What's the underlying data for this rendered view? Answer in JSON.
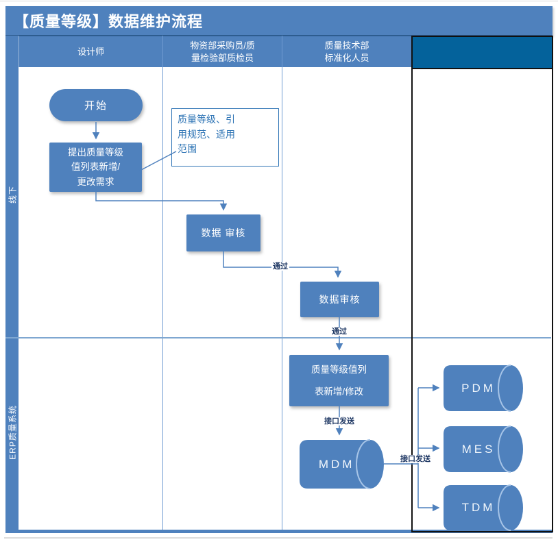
{
  "title": "【质量等级】数据维护流程",
  "lanes": {
    "lane1": "线下",
    "lane2": "ERP质量系统"
  },
  "columns": [
    "设计师",
    "物资部采购员/质\n量检验部质检员",
    "质量技术部\n标准化人员",
    ""
  ],
  "nodes": {
    "start": "开始",
    "propose": "提出质量等级\n值列表新增/\n更改需求",
    "annotation": "质量等级、引\n用规范、适用\n范围",
    "review1": "数据 审核",
    "review2": "数据审核",
    "update": "质量等级值列\n表新增/修改",
    "mdm": "MDM",
    "pdm": "PDM",
    "mes": "MES",
    "tdm": "TDM"
  },
  "edge_labels": {
    "pass1": "通过",
    "pass2": "通过",
    "send1": "接口发送",
    "send2": "接口发送"
  },
  "colors": {
    "steel_blue": "#4f81bd",
    "dark_column_header": "#04629b",
    "line": "#4f81bd",
    "annotation_blue": "#2e74b5",
    "edge_label_text": "#1f3864",
    "cylinder_arc": "#a6c4e7"
  }
}
